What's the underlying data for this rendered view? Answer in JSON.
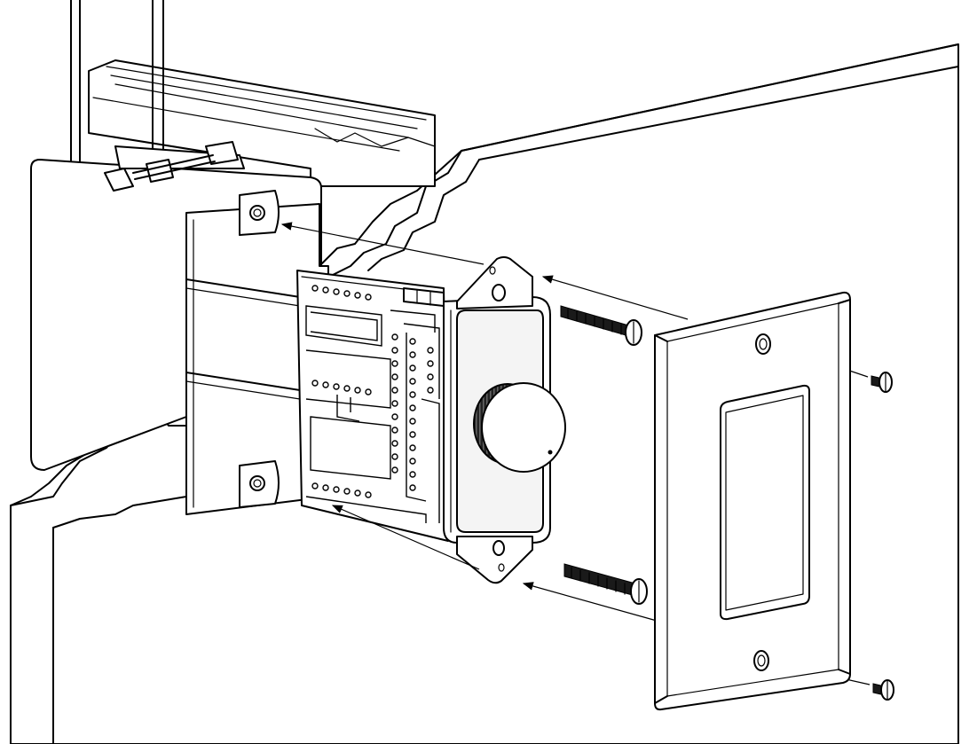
{
  "figure": {
    "kind": "exploded installation diagram",
    "parts": [
      "wall",
      "electrical-box",
      "control-module",
      "control-knob",
      "mounting-screws",
      "wall-plate",
      "plate-screws"
    ],
    "colors": {
      "line": "#000000",
      "fill": "#ffffff",
      "shade": "#1a1a1a"
    }
  }
}
